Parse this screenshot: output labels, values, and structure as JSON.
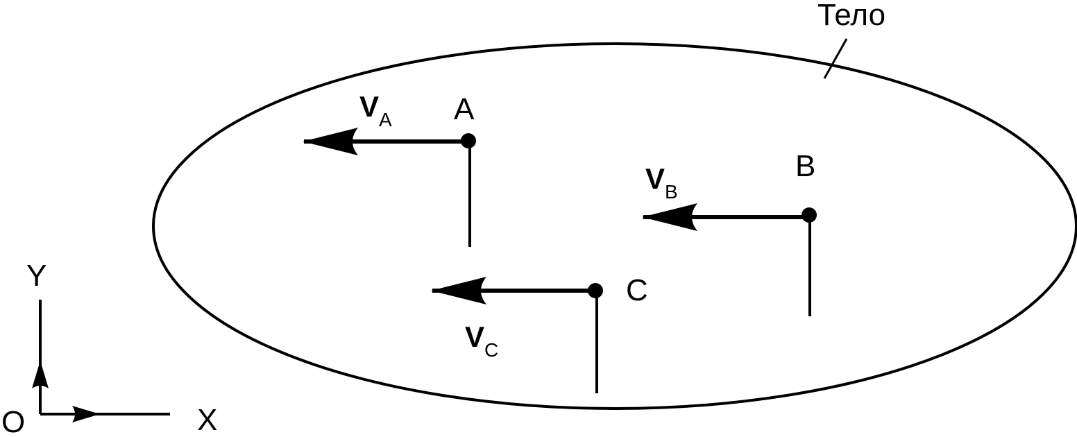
{
  "body_label": "Тело",
  "points": {
    "a": {
      "name": "A",
      "velocity_symbol": "V",
      "velocity_subscript": "A"
    },
    "b": {
      "name": "B",
      "velocity_symbol": "V",
      "velocity_subscript": "B"
    },
    "c": {
      "name": "C",
      "velocity_symbol": "V",
      "velocity_subscript": "C"
    }
  },
  "axes": {
    "origin": "O",
    "x": "X",
    "y": "Y"
  },
  "colors": {
    "stroke": "#000000",
    "background": "#ffffff"
  }
}
